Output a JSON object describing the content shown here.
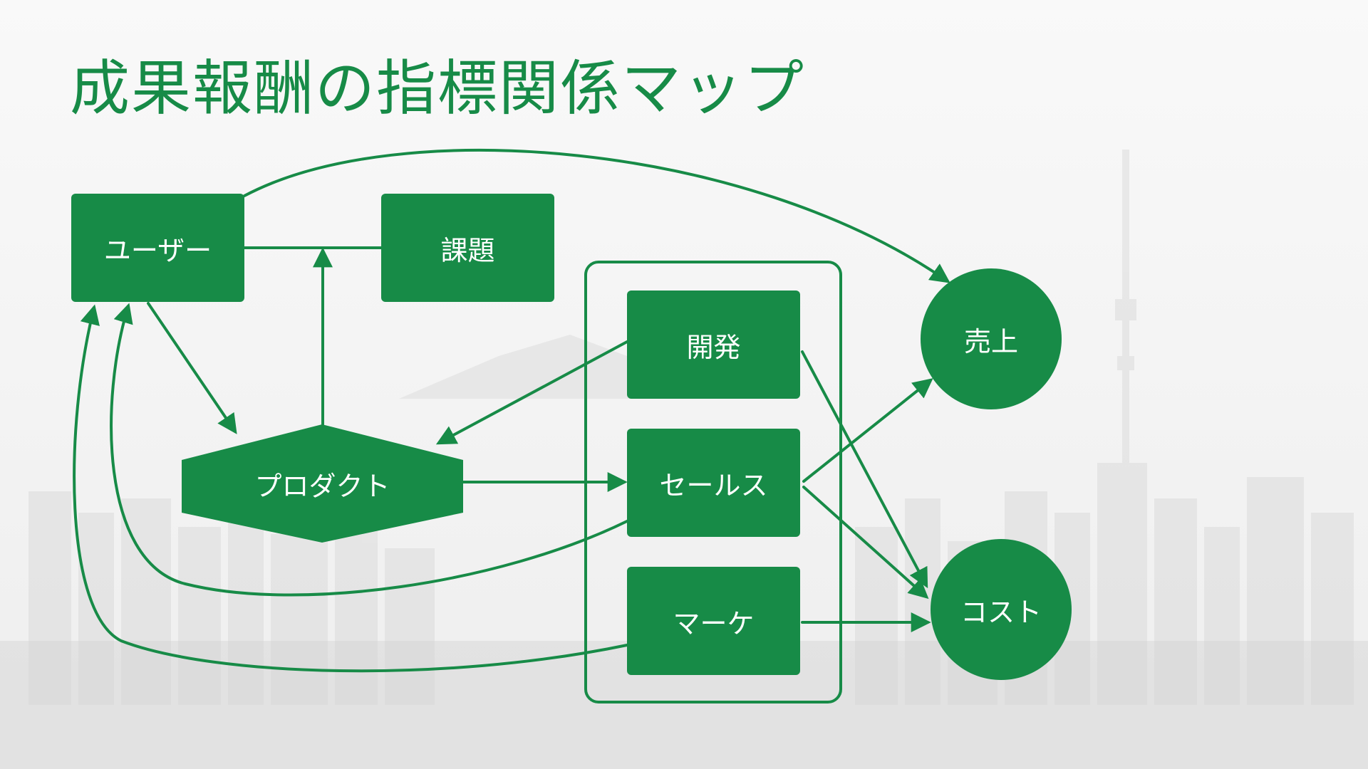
{
  "slide": {
    "title": "成果報酬の指標関係マップ",
    "accent_color": "#178b47"
  },
  "nodes": {
    "user": "ユーザー",
    "issue": "課題",
    "product": "プロダクト",
    "dev": "開発",
    "sales": "セールス",
    "marketing": "マーケ",
    "revenue": "売上",
    "cost": "コスト"
  }
}
